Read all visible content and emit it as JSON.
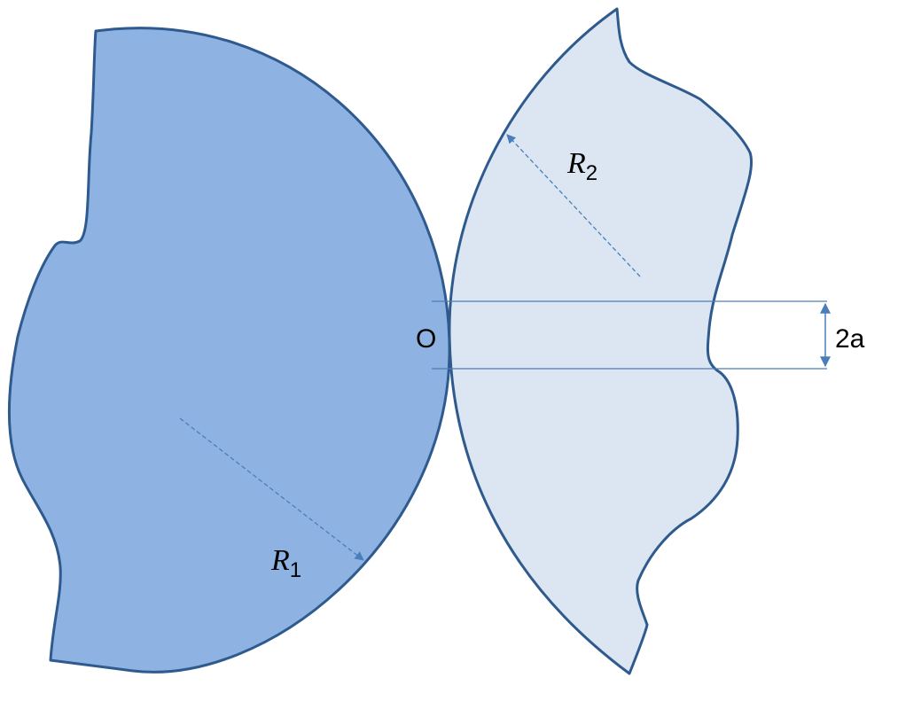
{
  "labels": {
    "contact_point": "O",
    "radius1_symbol": "R",
    "radius1_subscript": "1",
    "radius2_symbol": "R",
    "radius2_subscript": "2",
    "contact_width": "2a"
  },
  "colors": {
    "body1_fill": "#8EB3E2",
    "body2_fill": "#DCE6F2",
    "outline": "#2F5A8E",
    "guide": "#4A7EBB"
  }
}
